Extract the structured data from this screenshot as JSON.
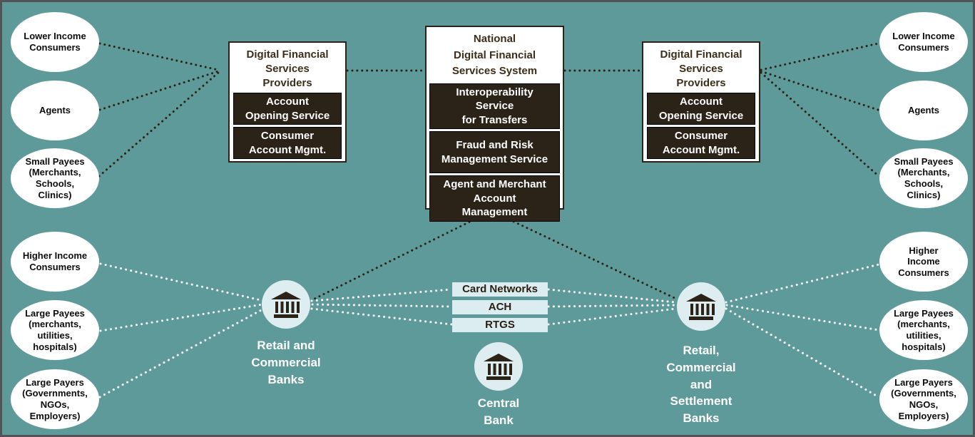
{
  "colors": {
    "background": "#5F9A9B",
    "frame_border": "#515357",
    "dark_box_fill": "#2B2317",
    "box_title_text": "#3D2E1A",
    "rail_fill": "#DCEDF1",
    "bank_circle_fill": "#DEEDF0",
    "white": "#FFFFFF"
  },
  "actors": {
    "top_left": [
      {
        "label": "Lower Income\nConsumers"
      },
      {
        "label": "Agents"
      },
      {
        "label": "Small Payees\n(Merchants,\nSchools,\nClinics)"
      }
    ],
    "bottom_left": [
      {
        "label": "Higher Income\nConsumers"
      },
      {
        "label": "Large Payees\n(merchants,\nutilities,\nhospitals)"
      },
      {
        "label": "Large Payers\n(Governments,\nNGOs,\nEmployers)"
      }
    ],
    "top_right": [
      {
        "label": "Lower Income\nConsumers"
      },
      {
        "label": "Agents"
      },
      {
        "label": "Small Payees\n(Merchants,\nSchools,\nClinics)"
      }
    ],
    "bottom_right": [
      {
        "label": "Higher\nIncome\nConsumers"
      },
      {
        "label": "Large Payees\n(merchants,\nutilities,\nhospitals)"
      },
      {
        "label": "Large Payers\n(Governments,\nNGOs,\nEmployers)"
      }
    ]
  },
  "provider_left": {
    "title": "Digital Financial\nServices\nProviders",
    "services": [
      {
        "label": "Account\nOpening Service"
      },
      {
        "label": "Consumer\nAccount Mgmt."
      }
    ]
  },
  "national_system": {
    "title": "National\nDigital Financial\nServices System",
    "services": [
      {
        "label": "Interoperability\nService\nfor Transfers"
      },
      {
        "label": "Fraud and Risk\nManagement Service"
      },
      {
        "label": "Agent and Merchant\nAccount\nManagement"
      }
    ]
  },
  "provider_right": {
    "title": "Digital Financial\nServices\nProviders",
    "services": [
      {
        "label": "Account\nOpening Service"
      },
      {
        "label": "Consumer\nAccount Mgmt."
      }
    ]
  },
  "payment_rails": [
    {
      "label": "Card Networks"
    },
    {
      "label": "ACH"
    },
    {
      "label": "RTGS"
    }
  ],
  "banks": [
    {
      "label": "Retail and\nCommercial\nBanks"
    },
    {
      "label": "Central\nBank"
    },
    {
      "label": "Retail,\nCommercial\nand\nSettlement\nBanks"
    }
  ],
  "edges": {
    "dark": [
      [
        137,
        58,
        303,
        95
      ],
      [
        137,
        151,
        303,
        97
      ],
      [
        136,
        244,
        303,
        99
      ],
      [
        484,
        96,
        592,
        96
      ],
      [
        789,
        96,
        896,
        96
      ],
      [
        1064,
        95,
        1228,
        58
      ],
      [
        1064,
        97,
        1228,
        151
      ],
      [
        1064,
        99,
        1229,
        244
      ],
      [
        686,
        293,
        436,
        417
      ],
      [
        686,
        293,
        947,
        417
      ]
    ],
    "light": [
      [
        138,
        367,
        367,
        419
      ],
      [
        138,
        461,
        365,
        424
      ],
      [
        137,
        554,
        367,
        430
      ],
      [
        434,
        419,
        630,
        403
      ],
      [
        435,
        424,
        630,
        427
      ],
      [
        434,
        430,
        630,
        452
      ],
      [
        766,
        403,
        944,
        421
      ],
      [
        766,
        427,
        943,
        425
      ],
      [
        766,
        452,
        944,
        430
      ],
      [
        1015,
        421,
        1229,
        368
      ],
      [
        1016,
        425,
        1229,
        460
      ],
      [
        1015,
        430,
        1229,
        554
      ]
    ]
  }
}
